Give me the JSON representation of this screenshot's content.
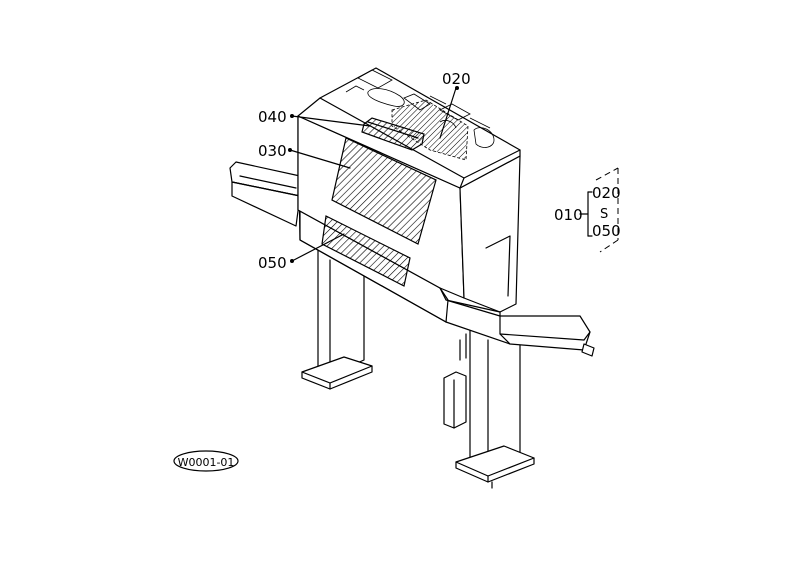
{
  "callouts": {
    "part_010": "010",
    "part_020_top": "020",
    "part_020_bracket": "020",
    "part_030": "030",
    "part_040": "040",
    "part_050_left": "050",
    "part_050_bracket": "050",
    "range_symbol": "S"
  },
  "figure_code": "W0001-01",
  "colors": {
    "ink": "#000000",
    "paper": "#ffffff"
  }
}
